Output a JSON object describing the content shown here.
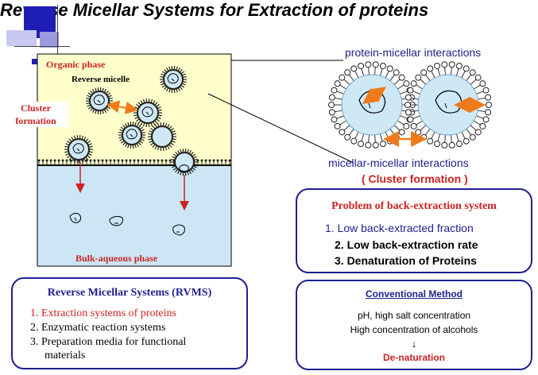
{
  "title": "Reverse Micellar Systems for Extraction of proteins",
  "diagram": {
    "organic_phase": "Organic phase",
    "reverse_micelle": "Reverse micelle",
    "cluster_formation_1": "Cluster",
    "cluster_formation_2": "formation",
    "bulk_aqueous": "Bulk-aqueous phase",
    "protein_micellar": "protein-micellar interactions",
    "micellar_micellar": "micellar-micellar interactions",
    "cluster_paren": "( Cluster formation )"
  },
  "problem_box": {
    "heading": "Problem of back-extraction system",
    "items": [
      "1. Low back-extracted fraction",
      "2. Low back-extraction rate",
      "3. Denaturation of Proteins"
    ]
  },
  "rvms_box": {
    "heading": "Reverse Micellar Systems (RVMS)",
    "items": [
      "1. Extraction systems of proteins",
      "2. Enzymatic reaction systems",
      "3. Preparation media for functional",
      "materials"
    ]
  },
  "conventional_box": {
    "heading": "Conventional Method",
    "line1": "pH, high salt concentration",
    "line2": "High concentration of alcohols",
    "arrow": "↓",
    "result": "De-naturation"
  },
  "colors": {
    "organic_bg": "#ffffcc",
    "aqueous_bg": "#cce6f5",
    "micelle_fill": "#cfe8f5",
    "orange_arrow": "#f07a1a",
    "red_arrow": "#cc2222",
    "navy": "#1f1f8f"
  }
}
